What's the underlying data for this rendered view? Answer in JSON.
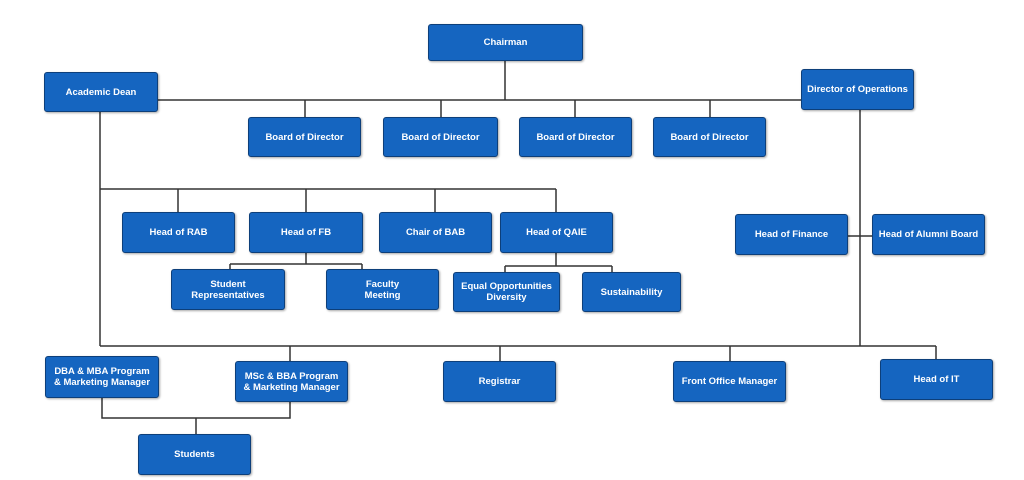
{
  "colors": {
    "box": "#1565c0",
    "line": "#333333",
    "text": "#ffffff"
  },
  "nodes": {
    "chairman": "Chairman",
    "academic_dean": "Academic Dean",
    "director_operations": "Director of Operations",
    "board1": "Board of Director",
    "board2": "Board of Director",
    "board3": "Board of Director",
    "board4": "Board of Director",
    "head_rab": "Head of RAB",
    "head_fb": "Head of FB",
    "chair_bab": "Chair of BAB",
    "head_qaie": "Head of QAIE",
    "student_reps": "Student\nRepresentatives",
    "faculty_meeting": "Faculty\nMeeting",
    "equal_opp": "Equal Opportunities\nDiversity",
    "sustainability": "Sustainability",
    "head_finance": "Head of Finance",
    "head_alumni": "Head of Alumni Board",
    "dba_mba": "DBA & MBA Program\n& Marketing Manager",
    "msc_bba": "MSc & BBA Program\n& Marketing Manager",
    "registrar": "Registrar",
    "front_office": "Front Office Manager",
    "head_it": "Head of IT",
    "students": "Students"
  }
}
